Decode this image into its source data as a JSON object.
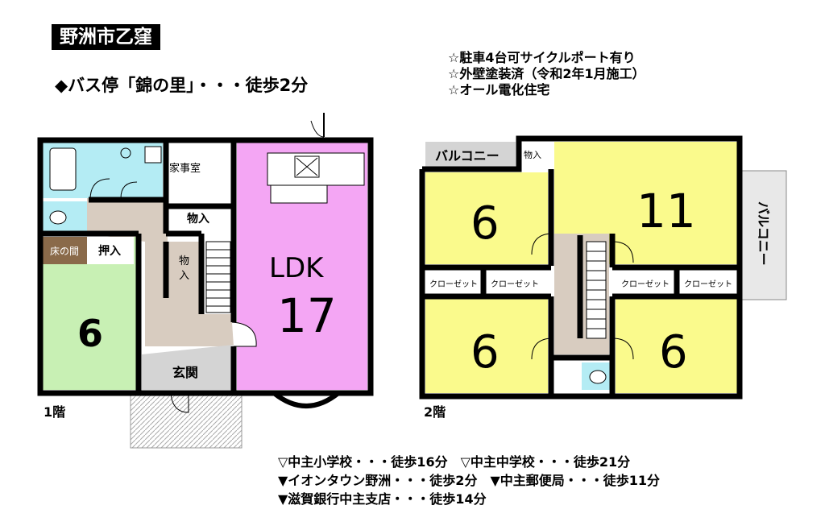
{
  "title": "野洲市乙窪",
  "bus_stop": "◆バス停「錦の里」・・・徒歩2分",
  "features": [
    "☆駐車4台可サイクルポート有り",
    "☆外壁塗装済（令和2年1月施工）",
    "☆オール電化住宅"
  ],
  "floor1": {
    "label": "1階",
    "rooms": {
      "kajishitsu": "家事室",
      "monoire_top": "物入",
      "monoire_side": "物\n入",
      "tokonoma": "床の間",
      "oshiire": "押入",
      "washitsu_size": "6",
      "genkan": "玄関",
      "ldk_label": "LDK",
      "ldk_size": "17"
    }
  },
  "floor2": {
    "label": "2階",
    "rooms": {
      "balcony_top": "バルコニー",
      "balcony_right": "バルコニー",
      "monoire": "物入",
      "room_nw": "6",
      "room_ne": "11",
      "room_sw": "6",
      "room_se": "6",
      "closet_1": "クローゼット",
      "closet_2": "クローゼット",
      "closet_3": "クローゼット",
      "closet_4": "クローゼット"
    }
  },
  "nearby": [
    "▽中主小学校・・・徒歩16分　▽中主中学校・・・徒歩21分",
    "▼イオンタウン野洲・・・徒歩2分　▼中主郵便局・・・徒歩11分",
    "▼滋賀銀行中主支店・・・徒歩14分"
  ],
  "colors": {
    "ldk": "#f4a6f4",
    "washitsu": "#c8f0b4",
    "tokonoma": "#8a6a4a",
    "bedroom": "#fafa8c",
    "wet": "#b4ecf4",
    "hall": "#d8ccc0",
    "genkan": "#d4d4d4",
    "wall": "#000000"
  }
}
